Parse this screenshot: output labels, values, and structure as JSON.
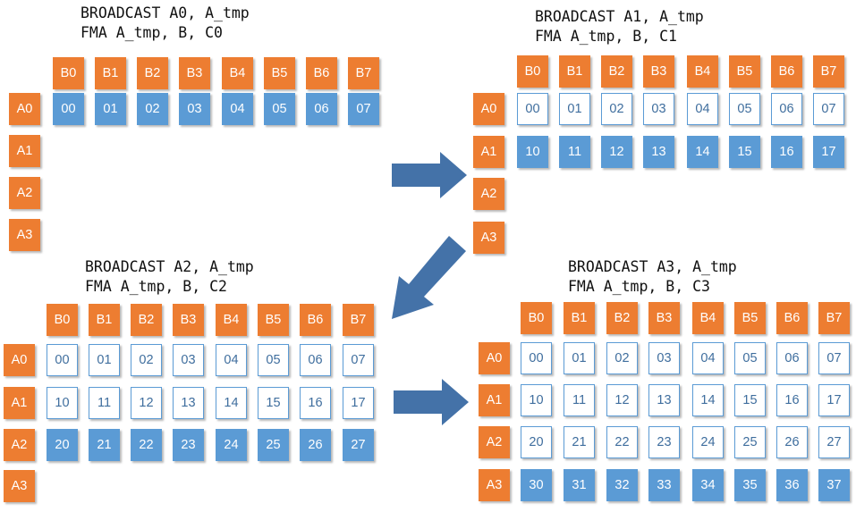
{
  "colors": {
    "orange": "#ED7D31",
    "blue": "#5B9BD5",
    "arrow": "#4472A8"
  },
  "panels": [
    {
      "id": "a0",
      "code": [
        "BROADCAST A0, A_tmp",
        "FMA A_tmp, B, C0"
      ],
      "b_labels": [
        "B0",
        "B1",
        "B2",
        "B3",
        "B4",
        "B5",
        "B6",
        "B7"
      ],
      "a_labels": [
        "A0",
        "A1",
        "A2",
        "A3"
      ],
      "c_rows": [
        {
          "state": "active",
          "cells": [
            "00",
            "01",
            "02",
            "03",
            "04",
            "05",
            "06",
            "07"
          ]
        }
      ]
    },
    {
      "id": "a1",
      "code": [
        "BROADCAST A1, A_tmp",
        "FMA A_tmp, B, C1"
      ],
      "b_labels": [
        "B0",
        "B1",
        "B2",
        "B3",
        "B4",
        "B5",
        "B6",
        "B7"
      ],
      "a_labels": [
        "A0",
        "A1",
        "A2",
        "A3"
      ],
      "c_rows": [
        {
          "state": "done",
          "cells": [
            "00",
            "01",
            "02",
            "03",
            "04",
            "05",
            "06",
            "07"
          ]
        },
        {
          "state": "active",
          "cells": [
            "10",
            "11",
            "12",
            "13",
            "14",
            "15",
            "16",
            "17"
          ]
        }
      ]
    },
    {
      "id": "a2",
      "code": [
        "BROADCAST A2, A_tmp",
        "FMA A_tmp, B, C2"
      ],
      "b_labels": [
        "B0",
        "B1",
        "B2",
        "B3",
        "B4",
        "B5",
        "B6",
        "B7"
      ],
      "a_labels": [
        "A0",
        "A1",
        "A2",
        "A3"
      ],
      "c_rows": [
        {
          "state": "done",
          "cells": [
            "00",
            "01",
            "02",
            "03",
            "04",
            "05",
            "06",
            "07"
          ]
        },
        {
          "state": "done",
          "cells": [
            "10",
            "11",
            "12",
            "13",
            "14",
            "15",
            "16",
            "17"
          ]
        },
        {
          "state": "active",
          "cells": [
            "20",
            "21",
            "22",
            "23",
            "24",
            "25",
            "26",
            "27"
          ]
        }
      ]
    },
    {
      "id": "a3",
      "code": [
        "BROADCAST A3, A_tmp",
        "FMA A_tmp, B, C3"
      ],
      "b_labels": [
        "B0",
        "B1",
        "B2",
        "B3",
        "B4",
        "B5",
        "B6",
        "B7"
      ],
      "a_labels": [
        "A0",
        "A1",
        "A2",
        "A3"
      ],
      "c_rows": [
        {
          "state": "done",
          "cells": [
            "00",
            "01",
            "02",
            "03",
            "04",
            "05",
            "06",
            "07"
          ]
        },
        {
          "state": "done",
          "cells": [
            "10",
            "11",
            "12",
            "13",
            "14",
            "15",
            "16",
            "17"
          ]
        },
        {
          "state": "done",
          "cells": [
            "20",
            "21",
            "22",
            "23",
            "24",
            "25",
            "26",
            "27"
          ]
        },
        {
          "state": "active",
          "cells": [
            "30",
            "31",
            "32",
            "33",
            "34",
            "35",
            "36",
            "37"
          ]
        }
      ]
    }
  ],
  "arrows": [
    {
      "from": "a0",
      "to": "a1",
      "direction": "right"
    },
    {
      "from": "a1",
      "to": "a2",
      "direction": "down-left"
    },
    {
      "from": "a2",
      "to": "a3",
      "direction": "right"
    }
  ]
}
